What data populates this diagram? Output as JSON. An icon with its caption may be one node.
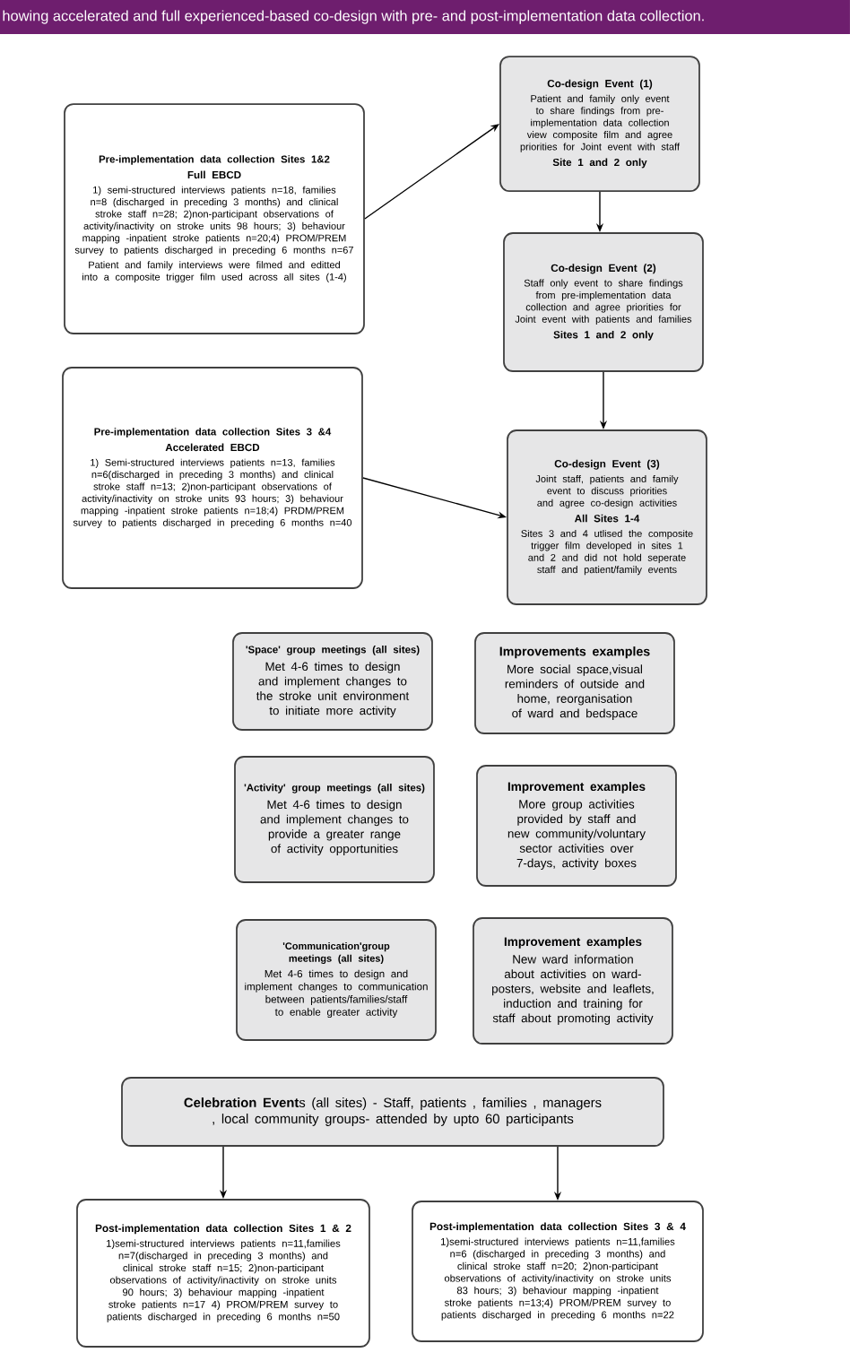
{
  "diagram": {
    "title": "howing accelerated and full experienced-based co-design with pre- and post-implementation data collection.",
    "nodes": [
      {
        "text": [
          "Pre-implementation data collection Sites 1&2",
          "Full EBCD",
          "1) semi-structured interviews patients n=18, families n=8 (discharged in preceding 3 months) and clinical stroke staff n=28; 2)non-participant observations of activity/inactivity on stroke units 98 hours; 3) behaviour mapping -inpatient stroke patients n=20;4) PROM/PREM survey to patients discharged in preceding 6 months n=67",
          "Patient and family interviews were filmed and editted into a composite trigger film used across all sites (1-4)"
        ]
      },
      {
        "text": [
          "Co-design Event (1)",
          "Patient and family only event to share findings from pre-implementation data collection view composite film and agree priorities for Joint event with staff",
          "Site 1 and 2 only"
        ]
      },
      {
        "text": [
          "Co-design Event (2)",
          "Staff only event to share findings from pre-implementation data collection and agree priorities for Joint event with patients and families",
          "Sites 1 and 2 only"
        ]
      },
      {
        "text": [
          "Pre-implementation data collection Sites 3 &4",
          "Accelerated EBCD",
          "1) Semi-structured interviews patients n=13, families n=6(discharged in preceding 3 months) and clinical stroke staff n=13; 2)non-participant observations of activity/inactivity on stroke units 93 hours; 3) behaviour mapping -inpatient stroke patients n=18;4) PRDM/PREM survey to patients discharged in preceding 6 months n=40"
        ]
      },
      {
        "text": [
          "Co-design Event (3)",
          "Joint staff, patients and family event to discuss priorities and agree co-design activities",
          "All Sites 1-4",
          "Sites 3 and 4 utlised the composite trigger film developed in sites 1 and 2 and did not hold seperate staff and patient/family events"
        ]
      },
      {
        "text": [
          "'Space' group meetings (all sites)",
          "Met 4-6 times to design and implement changes to the stroke unit environment to initiate more activity"
        ]
      },
      {
        "text": [
          "Improvements examples",
          "More social space,visual reminders of outside and home, reorganisation of ward and bedspace"
        ]
      },
      {
        "text": [
          "'Activity' group meetings (all sites)",
          "Met 4-6 times to design and implement changes to provide a greater range of activity opportunities"
        ]
      },
      {
        "text": [
          "Improvement examples",
          "More group activities provided by staff and new community/voluntary sector activities over 7-days, activity boxes"
        ]
      },
      {
        "text": [
          "'Communication'group meetings (all sites)",
          "Met 4-6 times to design and implement changes to communication between patients/families/staff to enable greater activity"
        ]
      },
      {
        "text": [
          "Improvement examples",
          "New ward information about activities on ward- posters, website and leaflets, induction and training for staff about promoting activity"
        ]
      },
      {
        "text": [
          "**Celebration Event**s (all sites) - Staff, patients , families , managers , local community groups- attended by upto 60 participants"
        ]
      },
      {
        "text": [
          "Post-implementation data collection Sites 1 & 2",
          "1)semi-structured interviews patients n=11,families n=7(discharged in preceding 3 months) and clinical stroke staff n=15; 2)non-participant observations of activity/inactivity on stroke units 90 hours; 3) behaviour mapping -inpatient stroke patients n=17 4) PROM/PREM survey to patients discharged in preceding 6 months n=50"
        ]
      },
      {
        "text": [
          "Post-implementation data collection Sites 3 & 4",
          "1)semi-structured interviews patients n=11,families n=6 (discharged in preceding 3 months) and clinical stroke staff n=20; 2)non-participant observations of activity/inactivity on stroke units 83 hours; 3) behaviour mapping -inpatient stroke patients n=13;4) PROM/PREM survey to patients discharged in preceding 6 months n=22"
        ]
      }
    ],
    "edges": [
      {
        "from": 0,
        "to": 1,
        "arrow": "to"
      },
      {
        "from": 1,
        "to": 2,
        "arrow": "to"
      },
      {
        "from": 2,
        "to": 4,
        "arrow": "to"
      },
      {
        "from": 3,
        "to": 4,
        "arrow": "to"
      },
      {
        "from": 11,
        "to": 12,
        "arrow": "to"
      },
      {
        "from": 11,
        "to": 13,
        "arrow": "to"
      }
    ]
  }
}
